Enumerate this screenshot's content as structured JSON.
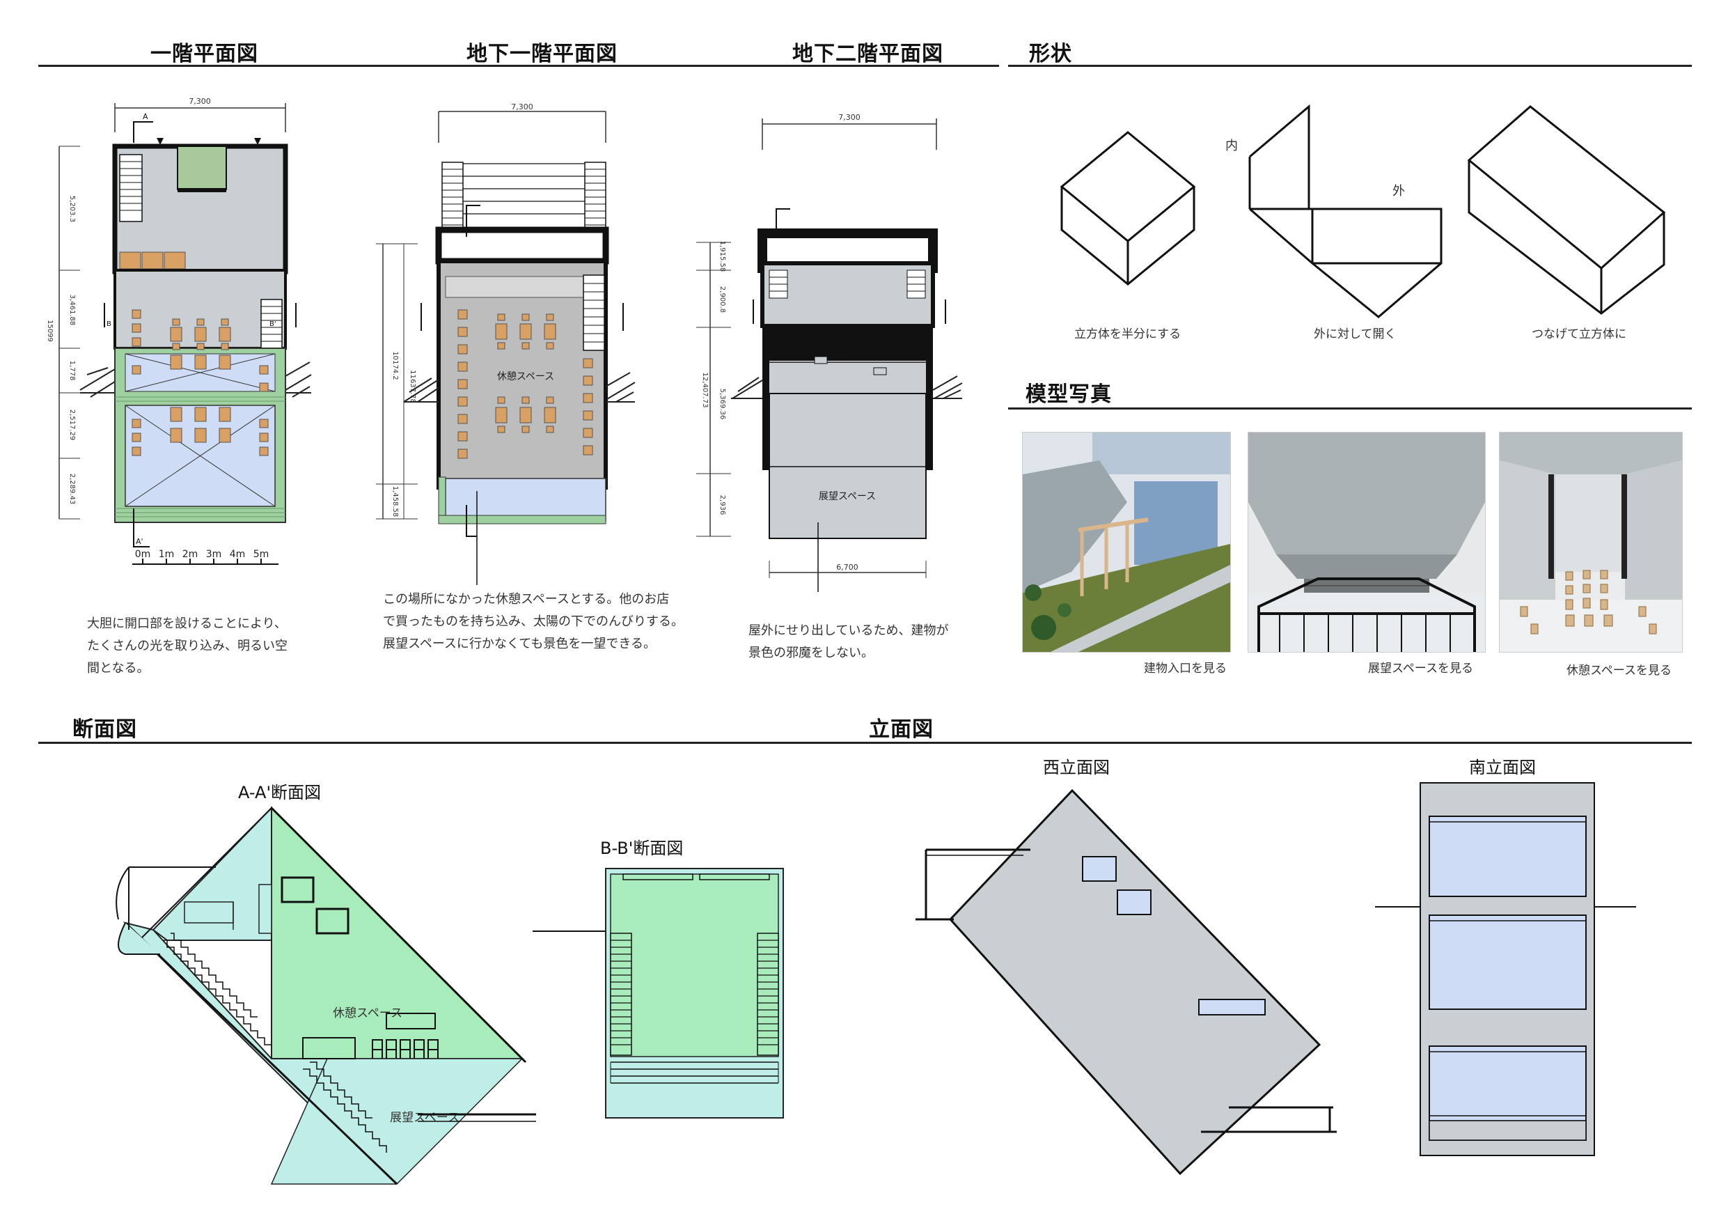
{
  "headings": {
    "floor1": "一階平面図",
    "b1": "地下一階平面図",
    "b2": "地下二階平面図",
    "shape": "形状",
    "model": "模型写真",
    "section": "断面図",
    "elevation": "立面図"
  },
  "floor1": {
    "width_dim": "7,300",
    "dims": [
      "5,203.3",
      "3,461.88",
      "1,778",
      "2,517.29",
      "2,289.43"
    ],
    "total_dim": "15099",
    "scale": [
      "0m",
      "1m",
      "2m",
      "3m",
      "4m",
      "5m"
    ],
    "section_marks": [
      "A",
      "A'",
      "B",
      "B'"
    ],
    "note": [
      "大胆に開口部を設けることにより、",
      "たくさんの光を取り込み、明るい空",
      "間となる。"
    ]
  },
  "b1": {
    "width_dim": "7,300",
    "dims": [
      "10174.2",
      "11637.78",
      "1,458.58"
    ],
    "room_label": "休憩スペース",
    "note": [
      "この場所になかった休憩スペースとする。他のお店",
      "で買ったものを持ち込み、太陽の下でのんびりする。",
      "展望スペースに行かなくても景色を一望できる。"
    ]
  },
  "b2": {
    "width_dim": "7,300",
    "bottom_dim": "6,700",
    "dims": [
      "1,915.58",
      "2,900.8",
      "12,407.73",
      "5,369.36",
      "2,936"
    ],
    "room_label": "展望スペース",
    "note": [
      "屋外にせり出しているため、建物が",
      "景色の邪魔をしない。"
    ]
  },
  "shape": {
    "label_inner": "内",
    "label_outer": "外",
    "captions": [
      "立方体を半分にする",
      "外に対して開く",
      "つなげて立方体に"
    ]
  },
  "model": {
    "captions": [
      "建物入口を見る",
      "展望スペースを見る",
      "休憩スペースを見る"
    ]
  },
  "section": {
    "aa_title": "A-A'断面図",
    "bb_title": "B-B'断面図",
    "label_rest": "休憩スペース",
    "label_view": "展望スペース"
  },
  "elevation": {
    "west_title": "西立面図",
    "south_title": "南立面図"
  },
  "colors": {
    "interior": "#c9cfd2",
    "green": "#9fd1a0",
    "blue": "#cfdcf6",
    "furniture": "#d9a064",
    "section_green": "#a8ecbc",
    "section_cyan": "#bfeee8"
  }
}
